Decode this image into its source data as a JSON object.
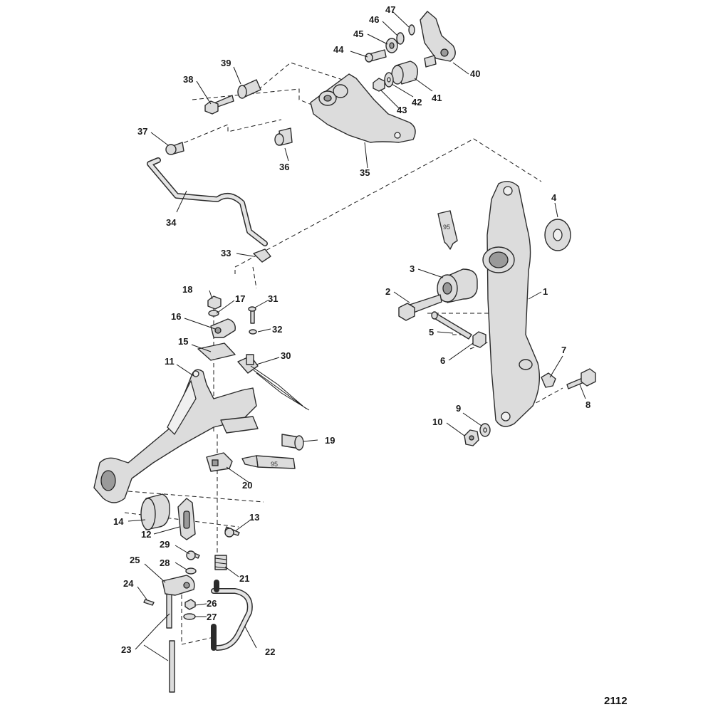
{
  "figure_number": "2112",
  "tube_label": "95",
  "part_labels": [
    {
      "id": "1",
      "text": "1"
    },
    {
      "id": "2",
      "text": "2"
    },
    {
      "id": "3",
      "text": "3"
    },
    {
      "id": "4",
      "text": "4"
    },
    {
      "id": "5",
      "text": "5"
    },
    {
      "id": "6",
      "text": "6"
    },
    {
      "id": "7",
      "text": "7"
    },
    {
      "id": "8",
      "text": "8"
    },
    {
      "id": "9",
      "text": "9"
    },
    {
      "id": "10",
      "text": "10"
    },
    {
      "id": "11",
      "text": "11"
    },
    {
      "id": "12",
      "text": "12"
    },
    {
      "id": "13",
      "text": "13"
    },
    {
      "id": "14",
      "text": "14"
    },
    {
      "id": "15",
      "text": "15"
    },
    {
      "id": "16",
      "text": "16"
    },
    {
      "id": "17",
      "text": "17"
    },
    {
      "id": "18",
      "text": "18"
    },
    {
      "id": "19",
      "text": "19"
    },
    {
      "id": "20",
      "text": "20"
    },
    {
      "id": "21",
      "text": "21"
    },
    {
      "id": "22",
      "text": "22"
    },
    {
      "id": "23",
      "text": "23"
    },
    {
      "id": "24",
      "text": "24"
    },
    {
      "id": "25",
      "text": "25"
    },
    {
      "id": "26",
      "text": "26"
    },
    {
      "id": "27",
      "text": "27"
    },
    {
      "id": "28",
      "text": "28"
    },
    {
      "id": "29",
      "text": "29"
    },
    {
      "id": "30",
      "text": "30"
    },
    {
      "id": "31",
      "text": "31"
    },
    {
      "id": "32",
      "text": "32"
    },
    {
      "id": "33",
      "text": "33"
    },
    {
      "id": "34",
      "text": "34"
    },
    {
      "id": "35",
      "text": "35"
    },
    {
      "id": "36",
      "text": "36"
    },
    {
      "id": "37",
      "text": "37"
    },
    {
      "id": "38",
      "text": "38"
    },
    {
      "id": "39",
      "text": "39"
    },
    {
      "id": "40",
      "text": "40"
    },
    {
      "id": "41",
      "text": "41"
    },
    {
      "id": "42",
      "text": "42"
    },
    {
      "id": "43",
      "text": "43"
    },
    {
      "id": "44",
      "text": "44"
    },
    {
      "id": "45",
      "text": "45"
    },
    {
      "id": "46",
      "text": "46"
    },
    {
      "id": "47",
      "text": "47"
    }
  ]
}
